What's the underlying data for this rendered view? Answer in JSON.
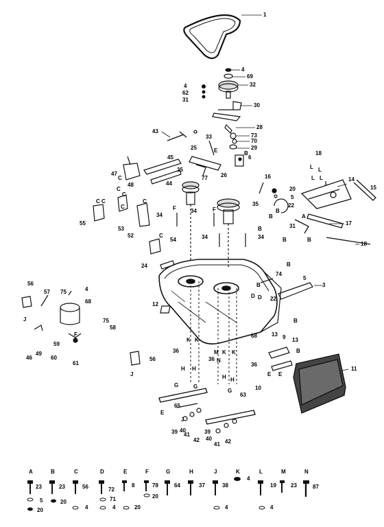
{
  "diagram": {
    "callouts": {
      "c1": "1",
      "c4a": "4",
      "c69": "69",
      "c32": "32",
      "c4b": "4",
      "c62": "62",
      "c31a": "31",
      "c30": "30",
      "c28": "28",
      "c73": "73",
      "c70": "70",
      "c29": "29",
      "c43": "43",
      "c33": "33",
      "c25": "25",
      "c6": "6",
      "c26": "26",
      "c45": "45",
      "c47": "47",
      "c48": "48",
      "c35a": "35",
      "c77": "77",
      "c44": "44",
      "c16": "16",
      "c20": "20",
      "c5a": "5",
      "c22a": "22",
      "c35b": "35",
      "c18a": "18",
      "c14": "14",
      "c15": "15",
      "c17": "17",
      "c31b": "31",
      "c18b": "18",
      "c55": "55",
      "c53": "53",
      "c52": "52",
      "c34a": "34",
      "c34b": "34",
      "c34c": "34",
      "c34d": "34",
      "c54": "54",
      "c24": "24",
      "c56a": "56",
      "c57": "57",
      "c75a": "75",
      "c4c": "4",
      "c68a": "68",
      "c75b": "75",
      "c58": "58",
      "c49": "49",
      "c46": "46",
      "c59": "59",
      "c60": "60",
      "c61": "61",
      "c12": "12",
      "c74": "74",
      "c5b": "5",
      "c3": "3",
      "c22b": "22",
      "c68b": "68",
      "c13a": "13",
      "c9": "9",
      "c13b": "13",
      "c11": "11",
      "c36a": "36",
      "c36b": "36",
      "c36c": "36",
      "c56b": "56",
      "c10": "10",
      "c63": "63",
      "c65": "65",
      "c39a": "39",
      "c40a": "40",
      "c41a": "41",
      "c42a": "42",
      "c39b": "39",
      "c40b": "40",
      "c41b": "41",
      "c42b": "42"
    },
    "legend": [
      {
        "letter": "A",
        "num1": "23",
        "num2": "5",
        "num3": "20"
      },
      {
        "letter": "B",
        "num1": "23",
        "num2": "20",
        "num3": ""
      },
      {
        "letter": "C",
        "num1": "56",
        "num2": "4",
        "num3": ""
      },
      {
        "letter": "D",
        "num1": "72",
        "num2": "71",
        "num3": "4"
      },
      {
        "letter": "E",
        "num1": "8",
        "num2": "",
        "num3": "20"
      },
      {
        "letter": "F",
        "num1": "78",
        "num2": "20",
        "num3": ""
      },
      {
        "letter": "G",
        "num1": "64",
        "num2": "",
        "num3": ""
      },
      {
        "letter": "H",
        "num1": "37",
        "num2": "",
        "num3": ""
      },
      {
        "letter": "J",
        "num1": "38",
        "num2": "4",
        "num3": ""
      },
      {
        "letter": "K",
        "num1": "4",
        "num2": "",
        "num3": ""
      },
      {
        "letter": "L",
        "num1": "19",
        "num2": "4",
        "num3": ""
      },
      {
        "letter": "M",
        "num1": "23",
        "num2": "",
        "num3": ""
      },
      {
        "letter": "N",
        "num1": "87",
        "num2": "",
        "num3": ""
      }
    ]
  }
}
